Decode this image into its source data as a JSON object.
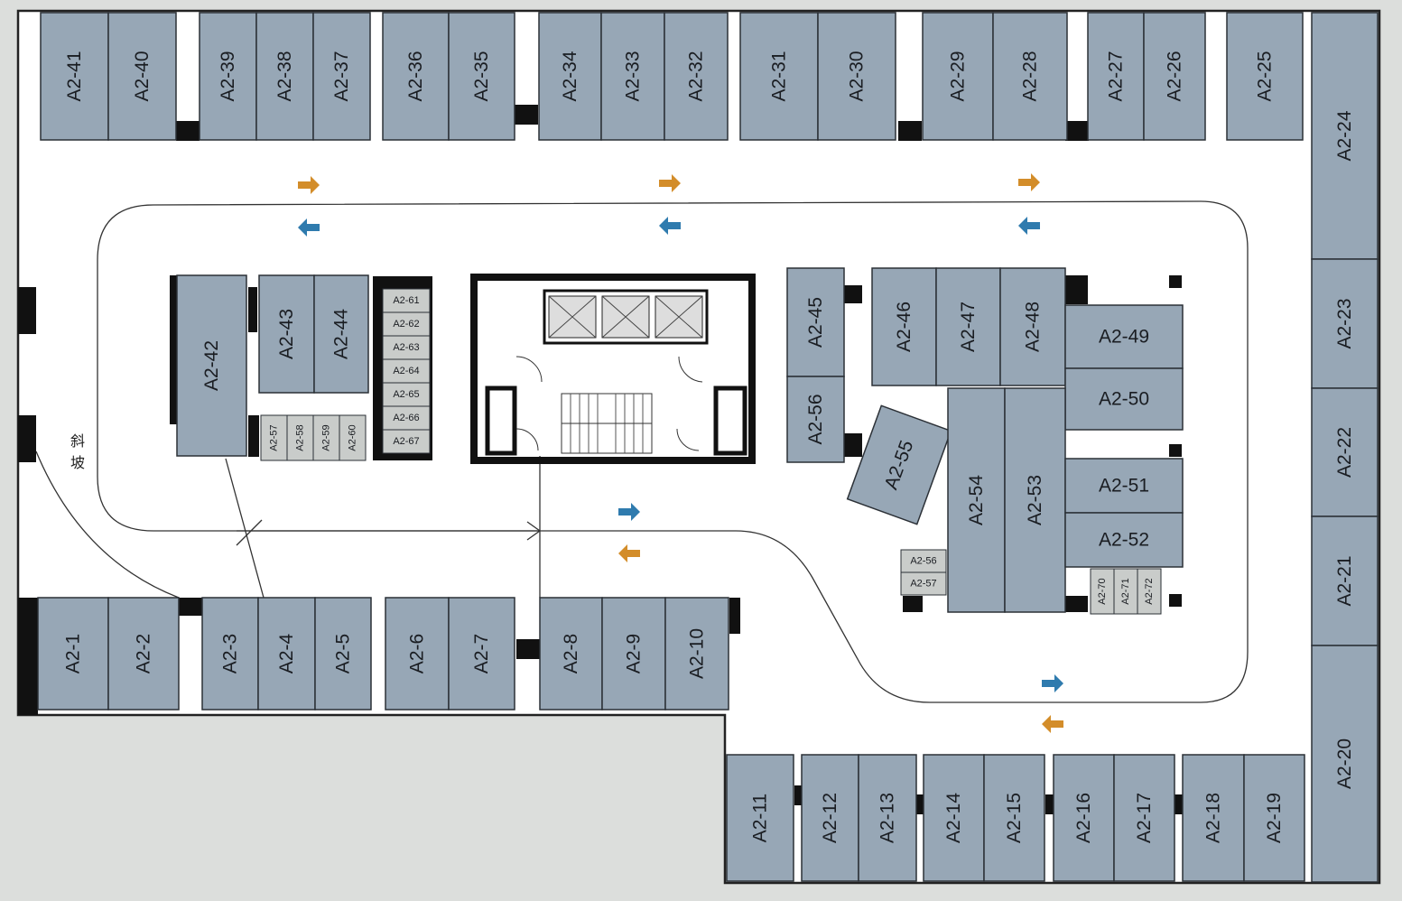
{
  "ramp_label_1": "斜",
  "ramp_label_2": "坡",
  "colors": {
    "stall": "#97a7b6",
    "small_stall": "#c9ccca",
    "arrow_orange": "#d38d2a",
    "arrow_blue": "#2f7bae",
    "floor": "#ffffff",
    "background": "#dcdedc"
  },
  "icons": {
    "up_arrow": "arrow-right-icon",
    "down_arrow": "arrow-left-icon",
    "elevator": "elevator-icon",
    "stairs": "stairs-icon",
    "door": "door-swing-icon"
  },
  "top_row": [
    "A2-41",
    "A2-40",
    "A2-39",
    "A2-38",
    "A2-37",
    "A2-36",
    "A2-35",
    "A2-34",
    "A2-33",
    "A2-32",
    "A2-31",
    "A2-30",
    "A2-29",
    "A2-28",
    "A2-27",
    "A2-26",
    "A2-25"
  ],
  "right_column": [
    "A2-24",
    "A2-23",
    "A2-22",
    "A2-21",
    "A2-20"
  ],
  "middle_bottom_row": [
    "A2-1",
    "A2-2",
    "A2-3",
    "A2-4",
    "A2-5",
    "A2-6",
    "A2-7",
    "A2-8",
    "A2-9",
    "A2-10"
  ],
  "bottom_row": [
    "A2-11",
    "A2-12",
    "A2-13",
    "A2-14",
    "A2-15",
    "A2-16",
    "A2-17",
    "A2-18",
    "A2-19"
  ],
  "left_island": [
    "A2-42",
    "A2-43",
    "A2-44"
  ],
  "small_stalls_left_horizontal": [
    "A2-61",
    "A2-62",
    "A2-63",
    "A2-64",
    "A2-65",
    "A2-66",
    "A2-67"
  ],
  "small_stalls_left_vertical": [
    "A2-57",
    "A2-58",
    "A2-59",
    "A2-60"
  ],
  "right_island": [
    "A2-45",
    "A2-56",
    "A2-46",
    "A2-47",
    "A2-48",
    "A2-49",
    "A2-50",
    "A2-55",
    "A2-54",
    "A2-53",
    "A2-51",
    "A2-52"
  ],
  "small_stalls_right": [
    "A2-56",
    "A2-57"
  ],
  "small_stalls_right_vertical": [
    "A2-70",
    "A2-71",
    "A2-72"
  ]
}
